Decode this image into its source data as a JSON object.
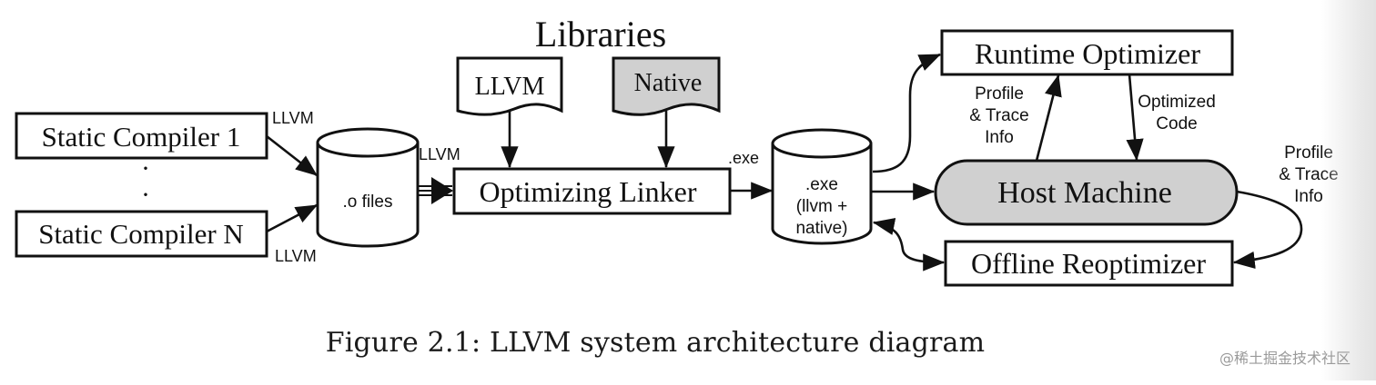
{
  "diagram": {
    "libraries_title": "Libraries",
    "nodes": {
      "static_compiler_1": "Static Compiler 1",
      "static_compiler_n": "Static Compiler N",
      "ellipsis_dots": [
        "·",
        "·"
      ],
      "o_files": ".o files",
      "lib_llvm": "LLVM",
      "lib_native": "Native",
      "optimizing_linker": "Optimizing Linker",
      "exe_store": [
        ".exe",
        "(llvm +",
        "native)"
      ],
      "runtime_optimizer": "Runtime Optimizer",
      "host_machine": "Host Machine",
      "offline_reoptimizer": "Offline Reoptimizer"
    },
    "edge_labels": {
      "compiler1_to_ofiles": "LLVM",
      "compilerN_to_ofiles": "LLVM",
      "ofiles_to_linker": "LLVM",
      "linker_to_exe": ".exe",
      "host_to_runtime": [
        "Profile",
        "& Trace",
        "Info"
      ],
      "runtime_to_host": [
        "Optimized",
        "Code"
      ],
      "host_to_offline": [
        "Profile",
        "& Trace",
        "Info"
      ]
    },
    "colors": {
      "stroke": "#111111",
      "native_fill": "#d0d0d0",
      "host_fill": "#d0d0d0",
      "node_fill": "#ffffff"
    }
  },
  "caption": "Figure 2.1: LLVM system architecture diagram",
  "watermark": "@稀土掘金技术社区"
}
